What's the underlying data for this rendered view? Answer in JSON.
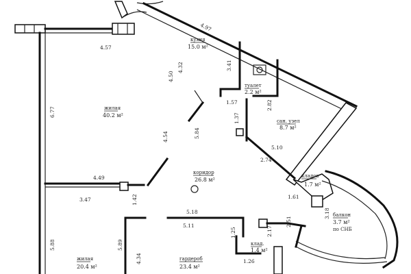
{
  "rooms": [
    {
      "key": "kitchen",
      "name": "кухня",
      "area": "15.0 м²"
    },
    {
      "key": "toilet",
      "name": "туалет",
      "area": "2.2 м²"
    },
    {
      "key": "bathroom",
      "name": "сан. узел",
      "area": "8.7 м²"
    },
    {
      "key": "living1",
      "name": "жилая",
      "area": "40.2 м²"
    },
    {
      "key": "corridor",
      "name": "коридор",
      "area": "26.8 м²"
    },
    {
      "key": "storage",
      "name": "кладов",
      "area": "1.7 м²"
    },
    {
      "key": "balcony",
      "name": "балкон",
      "area": "3.7 м²",
      "note": "по СНБ"
    },
    {
      "key": "living2",
      "name": "жилая",
      "area": "20.4 м²"
    },
    {
      "key": "wardrobe",
      "name": "гардероб",
      "area": "23.4 м²"
    },
    {
      "key": "closet",
      "name": "клад.",
      "area": "1.4 м²"
    }
  ],
  "dimensions": [
    {
      "key": "d497",
      "value": "4.97"
    },
    {
      "key": "d457",
      "value": "4.57"
    },
    {
      "key": "d341",
      "value": "3.41"
    },
    {
      "key": "d432",
      "value": "4.32"
    },
    {
      "key": "d450",
      "value": "4.50"
    },
    {
      "key": "d157",
      "value": "1.57"
    },
    {
      "key": "d282",
      "value": "2.82"
    },
    {
      "key": "d677",
      "value": "6.77"
    },
    {
      "key": "d137",
      "value": "1.37"
    },
    {
      "key": "d584",
      "value": "5.84"
    },
    {
      "key": "d454",
      "value": "4.54"
    },
    {
      "key": "d510",
      "value": "5.10"
    },
    {
      "key": "d274",
      "value": "2.74"
    },
    {
      "key": "d449",
      "value": "4.49"
    },
    {
      "key": "d347",
      "value": "3.47"
    },
    {
      "key": "d142",
      "value": "1.42"
    },
    {
      "key": "d161",
      "value": "1.61"
    },
    {
      "key": "d318b",
      "value": "5.18"
    },
    {
      "key": "d511",
      "value": "5.11"
    },
    {
      "key": "d318",
      "value": "3.18"
    },
    {
      "key": "d251",
      "value": "2.51"
    },
    {
      "key": "d217",
      "value": "2.17"
    },
    {
      "key": "d125",
      "value": "1.25"
    },
    {
      "key": "d588",
      "value": "5.88"
    },
    {
      "key": "d589",
      "value": "5.89"
    },
    {
      "key": "d434",
      "value": "4.34"
    },
    {
      "key": "d126",
      "value": "1.26"
    }
  ]
}
